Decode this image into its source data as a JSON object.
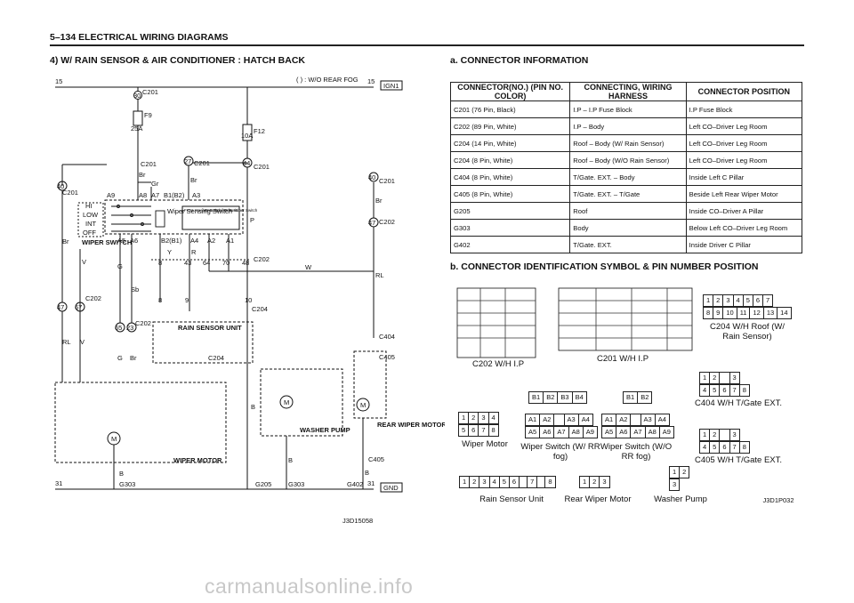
{
  "header": {
    "title": "5–134  ELECTRICAL WIRING DIAGRAMS"
  },
  "left": {
    "section_title": "4) W/ RAIN SENSOR & AIR CONDITIONER : HATCH BACK",
    "note": "( ) : W/O REAR FOG",
    "ign_label": "IGN1",
    "gnd_label": "GND",
    "code": "J3D15058",
    "labels": {
      "n15a": "15",
      "n15b": "15",
      "n31a": "31",
      "n31b": "31",
      "c201_30": "C201",
      "pin30": "30",
      "fuse_f9": "F9",
      "fuse_25a": "25A",
      "fuse_f12": "F12",
      "fuse_10a": "10A",
      "c201_a": "C201",
      "c201_b": "C201",
      "c201_c": "C201",
      "c201_d": "C201",
      "c201_e": "C201",
      "p27": "27",
      "p44": "44",
      "p40a": "40",
      "p40b": "40",
      "p47a": "47",
      "p67": "67",
      "p47b": "47",
      "br1": "Br",
      "gr": "Gr",
      "br2": "Br",
      "br3": "Br",
      "br4": "Br",
      "a9": "A9",
      "a8": "A8",
      "a7": "A7",
      "b1b2": "B1(B2)",
      "a3": "A3",
      "hi": "HI",
      "low": "LOW",
      "int": "INT",
      "off": "OFF",
      "wiper_switch": "WIPER SWITCH",
      "wiper_sensing": "Wiper Sensing Switch",
      "front_washer": "Front Washer Switch",
      "rear_washer": "Rear Washer Switch",
      "rear_wiper_sw": "Rear Wiper Switch",
      "a5": "A5",
      "a6": "A6",
      "b2b1": "B2(B1)",
      "a4": "A4",
      "a2": "A2",
      "a1": "A1",
      "c202_a": "C202",
      "c202_b": "C202",
      "c202_c": "C202",
      "c202_d": "C202",
      "p8": "8",
      "p43": "43",
      "p64": "64",
      "p70": "70",
      "p48": "48",
      "y1": "Y",
      "r1": "R",
      "w1": "W",
      "p1": "P",
      "rl1": "RL",
      "v1": "V",
      "g1": "G",
      "sb": "Sb",
      "p65": "65",
      "p23": "23",
      "rl2": "RL",
      "v2": "V",
      "g2": "G",
      "br5": "Br",
      "c204_a": "C204",
      "c204_b": "C204",
      "p10": "10",
      "p9": "9",
      "p8b": "8",
      "rain_sensor": "RAIN SENSOR UNIT",
      "wiper_motor": "WIPER MOTOR",
      "washer_pump": "WASHER PUMP",
      "rear_wiper_motor": "REAR WIPER MOTOR",
      "c404": "C404",
      "c405_a": "C405",
      "c405_b": "C405",
      "g303a": "G303",
      "g205": "G205",
      "g303b": "G303",
      "g402": "G402",
      "b1": "B",
      "b2": "B",
      "b3": "B",
      "b4": "B",
      "m": "M"
    }
  },
  "right": {
    "section_a": "a. CONNECTOR INFORMATION",
    "section_b": "b. CONNECTOR IDENTIFICATION SYMBOL & PIN NUMBER POSITION",
    "table_headers": [
      "CONNECTOR(NO.) (PIN NO. COLOR)",
      "CONNECTING, WIRING HARNESS",
      "CONNECTOR POSITION"
    ],
    "table_rows": [
      [
        "C201 (76 Pin, Black)",
        "I.P – I.P Fuse Block",
        "I.P Fuse Block"
      ],
      [
        "C202 (89 Pin, White)",
        "I.P – Body",
        "Left CO–Driver Leg Room"
      ],
      [
        "C204 (14 Pin, White)",
        "Roof – Body (W/ Rain Sensor)",
        "Left CO–Driver Leg Room"
      ],
      [
        "C204 (8 Pin, White)",
        "Roof – Body (W/O Rain Sensor)",
        "Left CO–Driver Leg Room"
      ],
      [
        "C404 (8 Pin, White)",
        "T/Gate. EXT. – Body",
        "Inside Left C Pillar"
      ],
      [
        "C405 (8 Pin, White)",
        "T/Gate. EXT. – T/Gate",
        "Beside Left Rear Wiper Motor"
      ],
      [
        "G205",
        "Roof",
        "Inside CO–Driver A Pillar"
      ],
      [
        "G303",
        "Body",
        "Below Left CO–Driver Leg Room"
      ],
      [
        "G402",
        "T/Gate. EXT.",
        "Inside Driver C Pillar"
      ]
    ],
    "connectors": {
      "c202": "C202 W/H I.P",
      "c201": "C201 W/H I.P",
      "c204": "C204 W/H Roof (W/ Rain Sensor)",
      "c404": "C404 W/H T/Gate EXT.",
      "c405": "C405 W/H T/Gate EXT.",
      "wiper_motor": "Wiper Motor",
      "wiper_sw_rr": "Wiper Switch (W/ RR fog)",
      "wiper_sw_norr": "Wiper Switch (W/O RR fog)",
      "rain_sensor": "Rain Sensor Unit",
      "rear_wiper": "Rear Wiper Motor",
      "washer_pump": "Washer Pump",
      "code": "J3D1P032"
    },
    "pins": {
      "c204": [
        "1",
        "2",
        "3",
        "4",
        "5",
        "6",
        "7",
        "8",
        "9",
        "10",
        "11",
        "12",
        "13",
        "14"
      ],
      "wiper_motor": [
        "1",
        "2",
        "3",
        "4",
        "5",
        "6",
        "7",
        "8"
      ],
      "wiper_sw_top": [
        "B1",
        "B2",
        "B3",
        "B4"
      ],
      "wiper_sw_a": [
        "A1",
        "A2",
        "A3",
        "A4",
        "A5",
        "A6",
        "A7",
        "A8",
        "A9"
      ],
      "wiper_sw_b": [
        "B1",
        "B2"
      ],
      "rain": [
        "1",
        "2",
        "3",
        "4",
        "5",
        "6",
        "7",
        "8"
      ],
      "rear": [
        "1",
        "2",
        "3"
      ],
      "pump": [
        "1",
        "2",
        "3"
      ],
      "c404": [
        "1",
        "2",
        "3",
        "4",
        "5",
        "6",
        "7",
        "8"
      ]
    }
  },
  "footer": {
    "watermark": "carmanualsonline.info"
  }
}
